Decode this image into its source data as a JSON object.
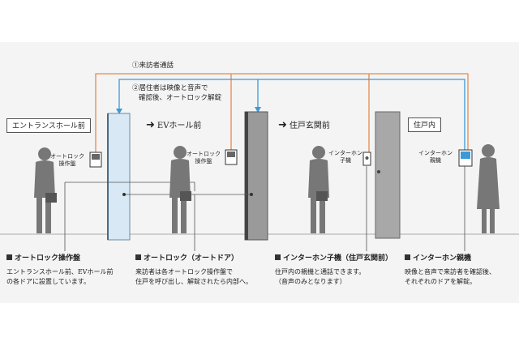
{
  "flows": {
    "step1": "①来訪者通話",
    "step2_line1": "②居住者は映像と音声で",
    "step2_line2": "確認後、オートロック解錠"
  },
  "zones": {
    "entrance": "エントランスホール前",
    "ev": "EVホール前",
    "entry": "住戸玄関前",
    "unit": "住戸内"
  },
  "devices": {
    "autolock_panel_1": [
      "オートロック",
      "操作盤"
    ],
    "autolock_panel_2": [
      "オートロック",
      "操作盤"
    ],
    "intercom_handset": [
      "インターホン",
      "子機"
    ],
    "intercom_master": [
      "インターホン",
      "親機"
    ]
  },
  "descriptions": [
    {
      "heading": "オートロック操作盤",
      "lines": [
        "エントランスホール前、EVホール前",
        "の各ドアに設置しています。"
      ]
    },
    {
      "heading": "オートロック（オートドア）",
      "lines": [
        "来訪者は各オートロック操作盤で",
        "住戸を呼び出し、解錠されたら内部へ。"
      ]
    },
    {
      "heading": "インターホン子機（住戸玄関前）",
      "lines": [
        "住戸内の親機と通話できます。",
        "（音声のみとなります）"
      ]
    },
    {
      "heading": "インターホン親機",
      "lines": [
        "映像と音声で来訪者を確認後、",
        "それぞれのドアを解錠。"
      ]
    }
  ],
  "colors": {
    "call_line": "#e8894a",
    "unlock_line": "#3a9ad6",
    "glass_door": "#d8e8f4",
    "figure": "#777777"
  }
}
